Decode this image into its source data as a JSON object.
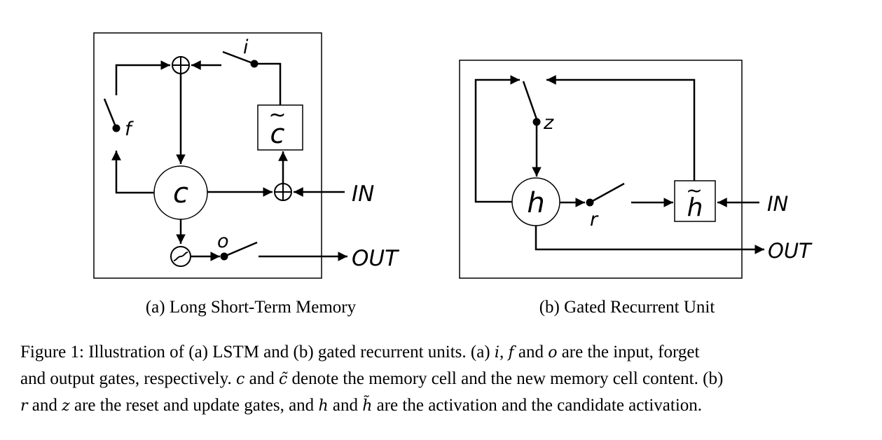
{
  "lstm": {
    "input_gate": "i",
    "forget_gate": "f",
    "output_gate": "o",
    "memory_cell": "c",
    "new_memory": "c",
    "new_memory_mark": "~",
    "input": "IN",
    "output": "OUT",
    "subcaption": "(a) Long Short-Term Memory"
  },
  "gru": {
    "update_gate": "z",
    "reset_gate": "r",
    "activation": "h",
    "candidate": "h",
    "candidate_mark": "~",
    "input": "IN",
    "output": "OUT",
    "subcaption": "(b) Gated Recurrent Unit"
  },
  "caption": {
    "l1_a": "Figure 1:  Illustration of (a) LSTM and (b) gated recurrent units. (a) ",
    "l1_i": "i",
    "l1_b": ", ",
    "l1_f": "f",
    "l1_c": " and ",
    "l1_o": "o",
    "l1_d": " are the input, forget",
    "l2_a": "and output gates, respectively. ",
    "l2_c": "c",
    "l2_b": " and ",
    "l2_ct": "c̃",
    "l2_d": " denote the memory cell and the new memory cell content. (b)",
    "l3_r": "r",
    "l3_a": " and ",
    "l3_z": "z",
    "l3_b": " are the reset and update gates, and ",
    "l3_h": "h",
    "l3_c": " and ",
    "l3_ht": "h̃",
    "l3_d": " are the activation and the candidate activation."
  }
}
